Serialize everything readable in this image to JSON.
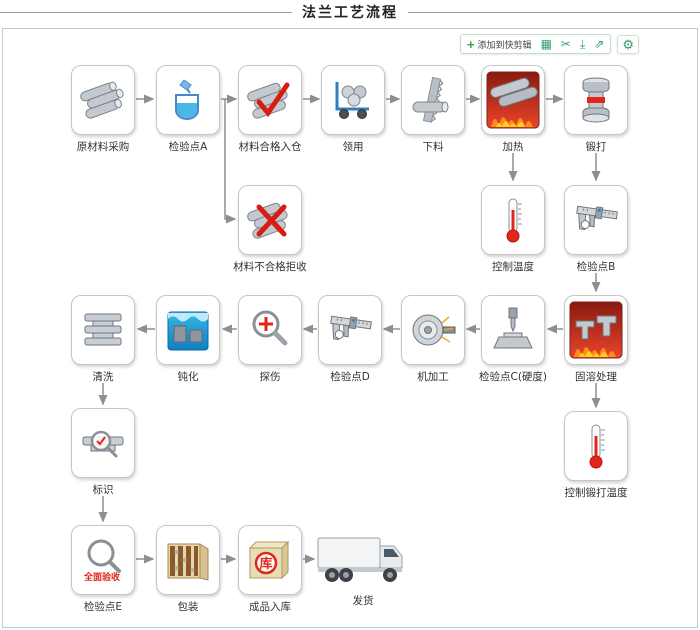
{
  "page": {
    "title": "法兰工艺流程"
  },
  "toolbar": {
    "add_plus": "+",
    "add_label": "添加到快剪辑",
    "glyphs": {
      "grid": "▦",
      "scissors": "✂",
      "download": "⤓",
      "share": "⇗",
      "settings": "⚙"
    }
  },
  "colors": {
    "accent_green": "#2fa84f",
    "alert_red": "#e3261a",
    "canvas_border": "#b6cedd",
    "arrow_gray": "#8a8f94",
    "tank_blue": "#1f93cf"
  },
  "nodes": {
    "raw_material": {
      "label": "原材料采购"
    },
    "inspection_a": {
      "label": "检验点A"
    },
    "qualified_in": {
      "label": "材料合格入仓"
    },
    "requisition": {
      "label": "领用"
    },
    "cutting": {
      "label": "下料"
    },
    "heating": {
      "label": "加热"
    },
    "forging": {
      "label": "锻打"
    },
    "rejected": {
      "label": "材料不合格拒收"
    },
    "temp_control": {
      "label": "控制温度"
    },
    "inspection_b": {
      "label": "检验点B"
    },
    "cleaning": {
      "label": "清洗"
    },
    "passivation": {
      "label": "钝化"
    },
    "flaw_detection": {
      "label": "探伤"
    },
    "inspection_d": {
      "label": "检验点D"
    },
    "machining": {
      "label": "机加工"
    },
    "inspection_c": {
      "label": "检验点C(硬度)"
    },
    "solution_treatment": {
      "label": "固溶处理"
    },
    "marking": {
      "label": "标识"
    },
    "forge_temp_control": {
      "label": "控制锻打温度"
    },
    "inspection_e": {
      "label": "检验点E",
      "icon_text": "全面验收"
    },
    "packaging": {
      "label": "包装"
    },
    "warehouse_in": {
      "label": "成品入库",
      "icon_text": "库"
    },
    "shipping": {
      "label": "发货"
    }
  },
  "edges": [
    {
      "from": "raw_material",
      "to": "inspection_a"
    },
    {
      "from": "inspection_a",
      "to": "qualified_in"
    },
    {
      "from": "qualified_in",
      "to": "requisition"
    },
    {
      "from": "requisition",
      "to": "cutting"
    },
    {
      "from": "cutting",
      "to": "heating"
    },
    {
      "from": "heating",
      "to": "forging"
    },
    {
      "from": "inspection_a",
      "to": "rejected"
    },
    {
      "from": "heating",
      "to": "temp_control"
    },
    {
      "from": "forging",
      "to": "inspection_b"
    },
    {
      "from": "inspection_b",
      "to": "solution_treatment"
    },
    {
      "from": "solution_treatment",
      "to": "inspection_c"
    },
    {
      "from": "inspection_c",
      "to": "machining"
    },
    {
      "from": "machining",
      "to": "inspection_d"
    },
    {
      "from": "inspection_d",
      "to": "flaw_detection"
    },
    {
      "from": "flaw_detection",
      "to": "passivation"
    },
    {
      "from": "passivation",
      "to": "cleaning"
    },
    {
      "from": "solution_treatment",
      "to": "forge_temp_control"
    },
    {
      "from": "cleaning",
      "to": "marking"
    },
    {
      "from": "marking",
      "to": "inspection_e"
    },
    {
      "from": "inspection_e",
      "to": "packaging"
    },
    {
      "from": "packaging",
      "to": "warehouse_in"
    },
    {
      "from": "warehouse_in",
      "to": "shipping"
    }
  ]
}
